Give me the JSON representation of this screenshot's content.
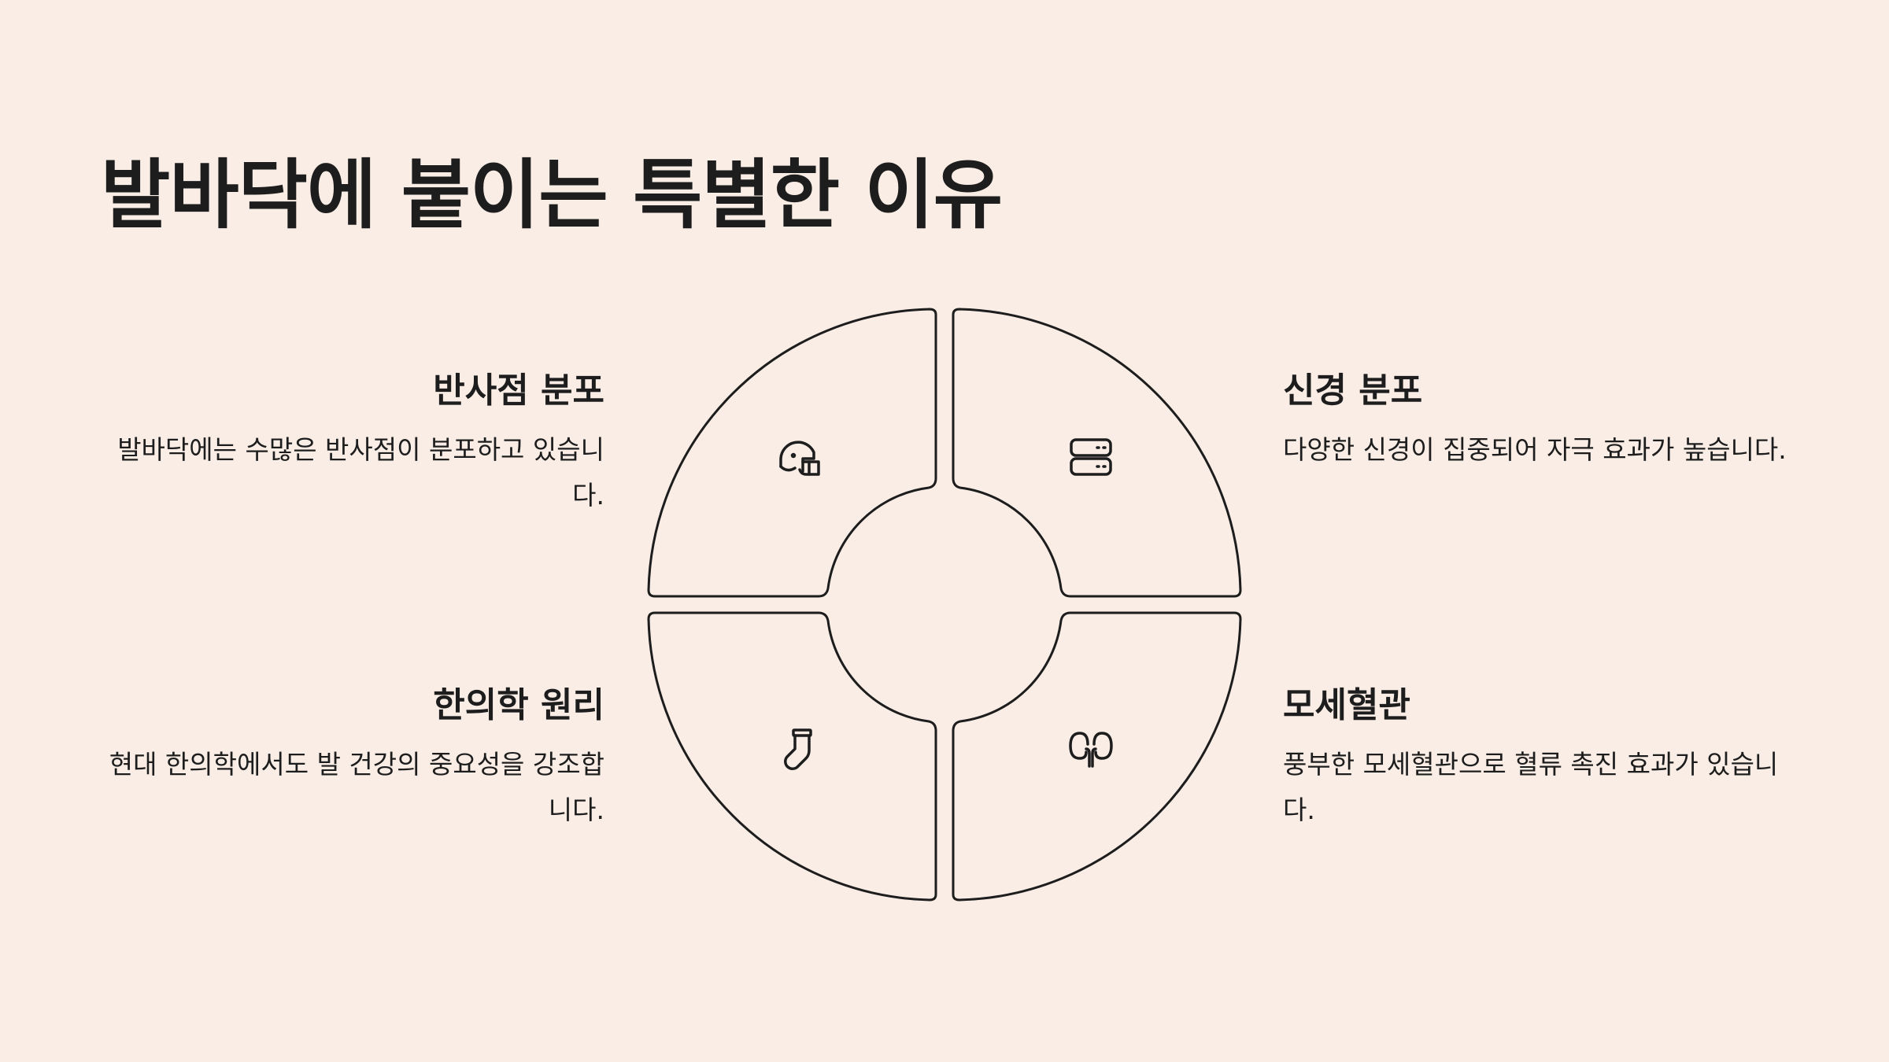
{
  "title": "발바닥에 붙이는 특별한 이유",
  "sections": {
    "top_left": {
      "heading": "반사점 분포",
      "text": "발바닥에는 수많은 반사점이 분포하고 있습니다.",
      "icon": "helmet-icon"
    },
    "top_right": {
      "heading": "신경 분포",
      "text": "다양한 신경이 집중되어 자극 효과가 높습니다.",
      "icon": "server-icon"
    },
    "bottom_left": {
      "heading": "한의학 원리",
      "text": "현대 한의학에서도 발 건강의 중요성을 강조합니다.",
      "icon": "sock-icon"
    },
    "bottom_right": {
      "heading": "모세혈관",
      "text": "풍부한 모세혈관으로 혈류 촉진 효과가 있습니다.",
      "icon": "kidneys-icon"
    }
  },
  "colors": {
    "background": "#f9ede6",
    "ink": "#1d1d1d"
  }
}
